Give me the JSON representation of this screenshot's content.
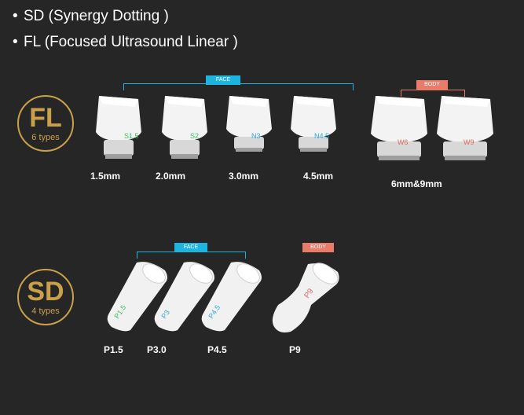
{
  "bullets": [
    "SD (Synergy Dotting )",
    "FL (Focused Ultrasound Linear )"
  ],
  "fl": {
    "badge_big": "FL",
    "badge_small": "6 types",
    "face_tag": "FACE",
    "body_tag": "BODY",
    "carts": [
      {
        "code": "S1.5",
        "color": "#3cbf5a"
      },
      {
        "code": "S2",
        "color": "#3cbf5a"
      },
      {
        "code": "N3",
        "color": "#29a7dc"
      },
      {
        "code": "N4.5",
        "color": "#29a7dc"
      },
      {
        "code": "W6",
        "color": "#e06a5e"
      },
      {
        "code": "W9",
        "color": "#e06a5e"
      }
    ],
    "sizes": [
      "1.5mm",
      "2.0mm",
      "3.0mm",
      "4.5mm",
      "6mm&9mm"
    ]
  },
  "sd": {
    "badge_big": "SD",
    "badge_small": "4 types",
    "face_tag": "FACE",
    "body_tag": "BODY",
    "carts": [
      {
        "code": "P1.5",
        "color": "#3cbf5a"
      },
      {
        "code": "P3",
        "color": "#29a7dc"
      },
      {
        "code": "P4.5",
        "color": "#29a7dc"
      },
      {
        "code": "P9",
        "color": "#e06a5e"
      }
    ],
    "labels": [
      "P1.5",
      "P3.0",
      "P4.5",
      "P9"
    ]
  }
}
